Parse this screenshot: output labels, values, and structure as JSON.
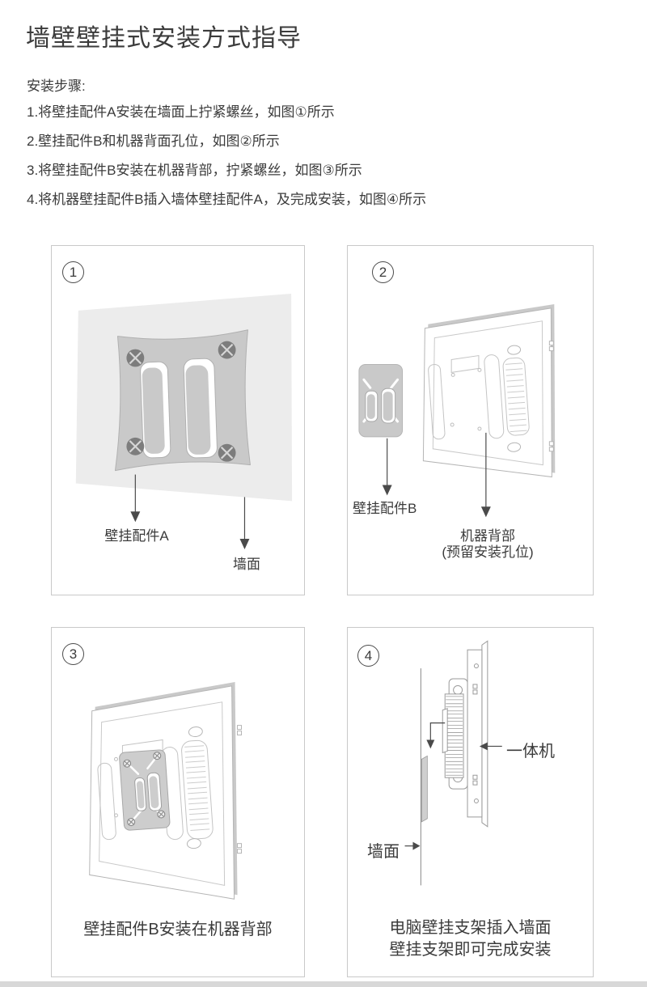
{
  "header": {
    "title": "墙壁壁挂式安装方式指导",
    "steps_heading": "安装步骤:",
    "steps": [
      "1.将壁挂配件A安装在墙面上拧紧螺丝，如图①所示",
      "2.壁挂配件B和机器背面孔位，如图②所示",
      "3.将壁挂配件B安装在机器背部，拧紧螺丝，如图③所示",
      "4.将机器壁挂配件B插入墙体壁挂配件A，及完成安装，如图④所示"
    ]
  },
  "panels": {
    "p1": {
      "number": "1",
      "label_bracket_a": "壁挂配件A",
      "label_wall": "墙面"
    },
    "p2": {
      "number": "2",
      "label_bracket_b": "壁挂配件B",
      "label_machine_back": "机器背部",
      "label_machine_back_sub": "(预留安装孔位)"
    },
    "p3": {
      "number": "3",
      "caption": "壁挂配件B安装在机器背部"
    },
    "p4": {
      "number": "4",
      "label_machine": "一体机",
      "label_wall": "墙面",
      "caption_line1": "电脑壁挂支架插入墙面",
      "caption_line2": "壁挂支架即可完成安装"
    }
  },
  "colors": {
    "text": "#3b3b3b",
    "panel_border": "#c9c9c9",
    "wall_fill": "#ececec",
    "bracket_fill": "#c9c9c9",
    "outline": "#b5b5b5",
    "bottom_band": "#d8d8d8"
  }
}
